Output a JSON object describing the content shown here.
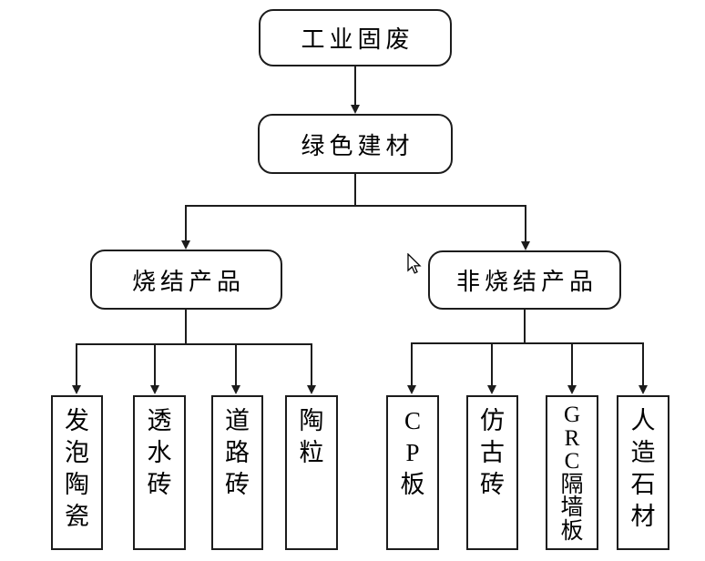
{
  "page": {
    "background": "#ffffff"
  },
  "colors": {
    "line": "#1c1c1c",
    "node_border": "#1c1c1c",
    "text": "#000000"
  },
  "cursor": {
    "icon": "arrow-pointer"
  },
  "flowchart": {
    "type": "top-down-tree",
    "root": {
      "label": "工业固废"
    },
    "level2": {
      "label": "绿色建材"
    },
    "branches": [
      {
        "label": "烧结产品",
        "children": [
          {
            "label": "发泡陶瓷"
          },
          {
            "label": "透水砖"
          },
          {
            "label": "道路砖"
          },
          {
            "label": "陶粒"
          }
        ]
      },
      {
        "label": "非烧结产品",
        "children": [
          {
            "label": "CP板"
          },
          {
            "label": "仿古砖"
          },
          {
            "label": "GRC隔墙板"
          },
          {
            "label": "人造石材"
          }
        ]
      }
    ]
  }
}
